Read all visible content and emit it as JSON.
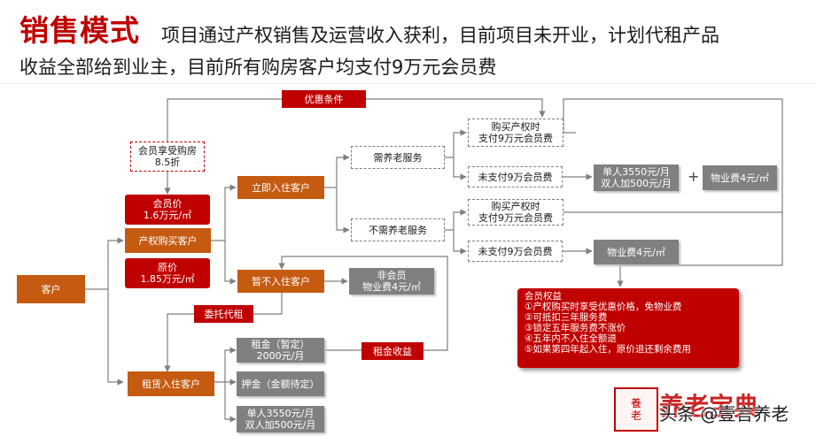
{
  "header": {
    "title": "销售模式",
    "intro_line1": "项目通过产权销售及运营收入获利，目前项目未开业，计划代租产品",
    "intro_line2": "收益全部给到业主，目前所有购房客户均支付9万元会员费"
  },
  "diagram": {
    "customer": "客户",
    "purchase_customer": "产权购买客户",
    "rental_customer": "租赁入住客户",
    "discount_condition": "优惠条件",
    "member_discount": [
      "会员享受购房",
      "8.5折"
    ],
    "member_price": [
      "会员价",
      "1.6万元/㎡"
    ],
    "original_price": [
      "原价",
      "1.85万元/㎡"
    ],
    "immediate_move_in": "立即入住客户",
    "not_move_in": "暂不入住客户",
    "entrust_lease": "委托代租",
    "need_elderly_care": "需养老服务",
    "no_elderly_care": "不需养老服务",
    "paid_at_purchase_1": [
      "购买产权时",
      "支付9万元会员费"
    ],
    "unpaid_fee_1": "未支付9万会员费",
    "care_fee": [
      "单人3550元/月",
      "双人加500元/月"
    ],
    "plus_sign": "+",
    "property_fee_1": "物业费4元/㎡",
    "paid_at_purchase_2": [
      "购买产权时",
      "支付9万元会员费"
    ],
    "unpaid_fee_2": "未支付9万会员费",
    "property_fee_2": "物业费4元/㎡",
    "non_member": [
      "非会员",
      "物业费4元/㎡"
    ],
    "rent_income": "租金收益",
    "rent_tentative": [
      "租金（暂定）",
      "2000元/月"
    ],
    "deposit": "押金（金额待定）",
    "rental_care_fee": [
      "单人3550元/月",
      "双人加500元/月"
    ]
  },
  "benefits": {
    "title": "会员权益",
    "items": [
      "①产权购买时享受优惠价格，免物业费",
      "②可抵扣三年服务费",
      "③锁定五年服务费不涨价",
      "④五年内不入住全额退",
      "⑤如果第四年起入住，原价退还剩余费用"
    ]
  },
  "watermark": {
    "stamp": [
      "養",
      "老"
    ],
    "brand": "养老宝典",
    "credit": "头条 @壹言养老"
  },
  "colors": {
    "title_red": "#c00000",
    "orange": "#c55a11",
    "grey": "#808080",
    "line": "#7f7f7f"
  }
}
